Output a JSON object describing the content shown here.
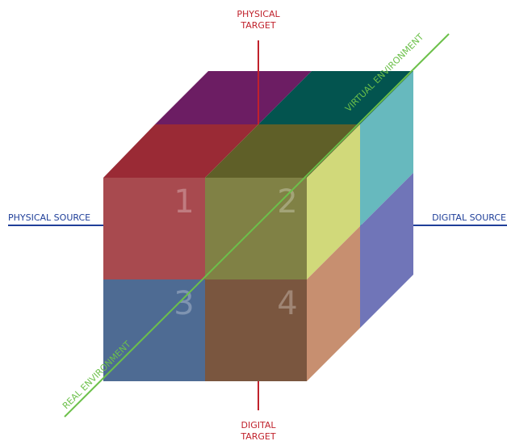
{
  "axes": {
    "physical_target": [
      "PHYSICAL",
      "TARGET"
    ],
    "digital_target": [
      "DIGITAL",
      "TARGET"
    ],
    "physical_source": "PHYSICAL SOURCE",
    "digital_source": "DIGITAL SOURCE",
    "real_environment": "REAL ENVIRONMENT",
    "virtual_environment": "VIRTUAL ENVIRONMENT"
  },
  "cells": {
    "c1": "1",
    "c2": "2",
    "c3": "3",
    "c4": "4"
  },
  "colors": {
    "target_axis": "#c0222c",
    "source_axis": "#1f3f99",
    "environment_axis": "#6cc04a"
  }
}
